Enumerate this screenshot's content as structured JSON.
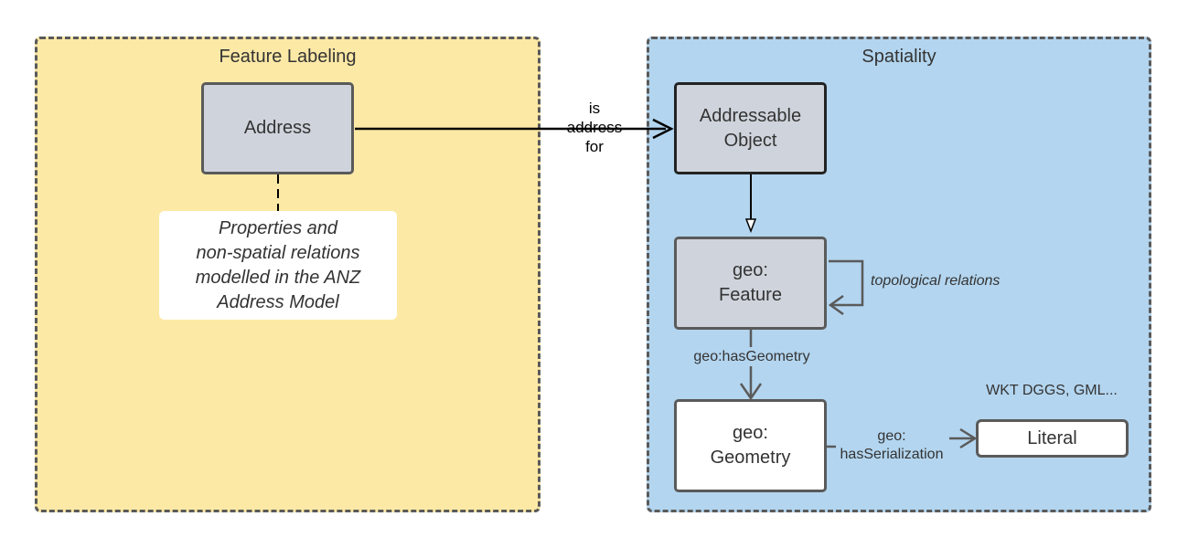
{
  "groups": {
    "left_title": "Feature Labeling",
    "right_title": "Spatiality",
    "left_color": "#fde9a6",
    "right_color": "#b3d5ef"
  },
  "nodes": {
    "address": "Address",
    "addressable_object_line1": "Addressable",
    "addressable_object_line2": "Object",
    "feature_line1": "geo:",
    "feature_line2": "Feature",
    "geometry_line1": "geo:",
    "geometry_line2": "Geometry",
    "literal": "Literal"
  },
  "note": {
    "line1": "Properties and",
    "line2": "non-spatial relations",
    "line3": "modelled in the ANZ",
    "line4": "Address Model"
  },
  "edges": {
    "is_address_for_line1": "is",
    "is_address_for_line2": "address",
    "is_address_for_line3": "for",
    "topological_relations": "topological relations",
    "has_geometry": "geo:hasGeometry",
    "has_serialization_line1": "geo:",
    "has_serialization_line2": "hasSerialization",
    "serialization_formats": "WKT DGGS, GML..."
  }
}
